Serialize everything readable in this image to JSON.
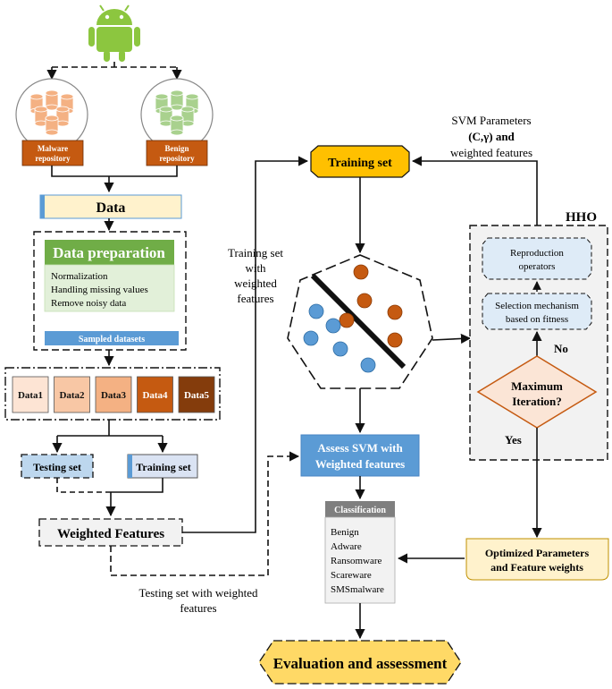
{
  "repositories": {
    "malware": {
      "line1": "Malware",
      "line2": "repository"
    },
    "benign": {
      "line1": "Benign",
      "line2": "repository"
    }
  },
  "data_label": "Data",
  "preparation": {
    "title": "Data preparation",
    "steps": [
      "Normalization",
      "Handling  missing values",
      "Remove noisy data"
    ],
    "sampled": "Sampled datasets"
  },
  "datasets": [
    {
      "label": "Data1",
      "color": "#fde4d4"
    },
    {
      "label": "Data2",
      "color": "#f8c7a5"
    },
    {
      "label": "Data3",
      "color": "#f4b183"
    },
    {
      "label": "Data4",
      "color": "#c55a11"
    },
    {
      "label": "Data5",
      "color": "#843c0c"
    }
  ],
  "testing_set": "Testing set",
  "training_set_left": "Training set",
  "weighted_features": "Weighted Features",
  "testing_weighted": {
    "line1": "Testing set with weighted",
    "line2": "features"
  },
  "training_weighted": [
    "Training set",
    "with",
    "weighted",
    "features"
  ],
  "training_set_top": "Training set",
  "svm_params": {
    "line1": "SVM Parameters",
    "line2": "(C,γ) and",
    "line3": "weighted features"
  },
  "hho": {
    "title": "HHO",
    "reproduction": {
      "line1": "Reproduction",
      "line2": "operators"
    },
    "selection": {
      "line1": "Selection mechanism",
      "line2": "based on fitness"
    },
    "no": "No",
    "decision": {
      "line1": "Maximum",
      "line2": "Iteration?"
    },
    "yes": "Yes"
  },
  "assess": {
    "line1": "Assess SVM with",
    "line2": "Weighted features"
  },
  "classification": {
    "header": "Classification",
    "classes": [
      "Benign",
      "Adware",
      "Ransomware",
      "Scareware",
      "SMSmalware"
    ]
  },
  "optimized": {
    "line1": "Optimized Parameters",
    "line2": "and Feature weights"
  },
  "evaluation": "Evaluation and assessment",
  "colors": {
    "android": "#8cc63f",
    "malware_db": "#f4b183",
    "benign_db": "#a9d18e",
    "repo_label": "#c55a11",
    "data_fill": "#fff2cc",
    "prep_title": "#70ad47",
    "prep_body": "#e2f0d9",
    "sampled": "#5b9bd5",
    "training_set": "#ffc000",
    "assess": "#5b9bd5",
    "class_header": "#7f7f7f",
    "evaluation": "#ffd966",
    "hho_bg": "#f2f2f2",
    "orange_dot": "#c55a11",
    "blue_dot": "#5b9bd5"
  }
}
